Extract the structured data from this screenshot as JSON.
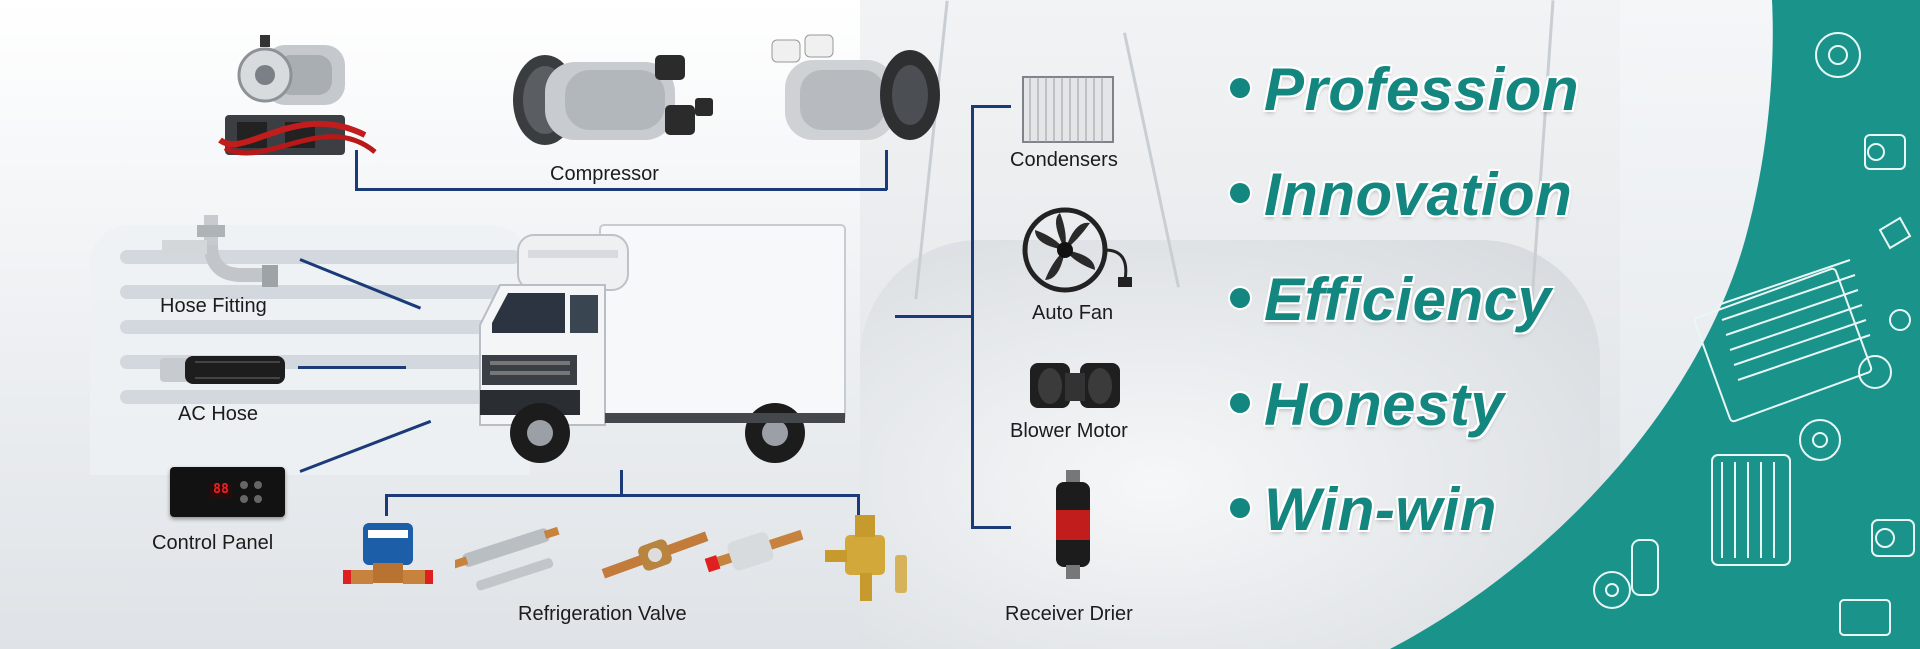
{
  "products": {
    "compressor": "Compressor",
    "hose_fitting": "Hose Fitting",
    "ac_hose": "AC Hose",
    "control_panel": "Control Panel",
    "control_panel_display": "88",
    "refrigeration_valve": "Refrigeration Valve",
    "condensers": "Condensers",
    "auto_fan": "Auto Fan",
    "blower_motor": "Blower Motor",
    "receiver_drier": "Receiver Drier"
  },
  "values": [
    "Profession",
    "Innovation",
    "Efficiency",
    "Honesty",
    "Win-win"
  ],
  "colors": {
    "accent": "#13867f",
    "line": "#1b3a78",
    "panel": "#1a938b"
  }
}
